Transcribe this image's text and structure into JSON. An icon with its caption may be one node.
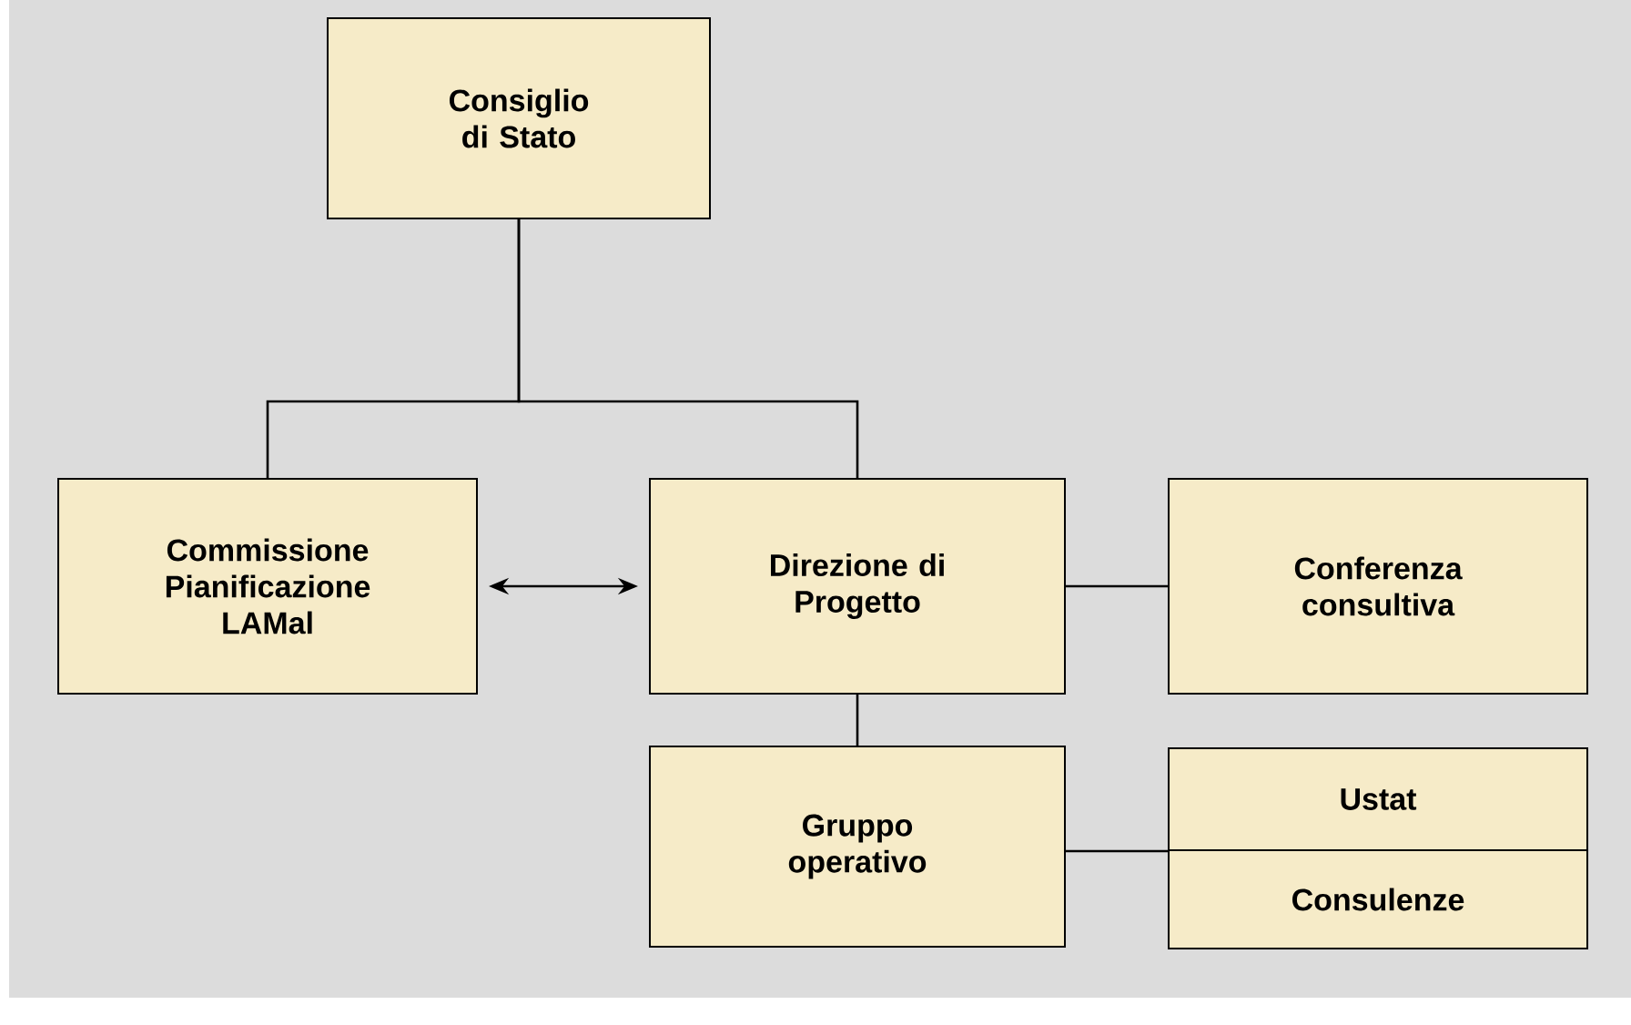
{
  "diagram": {
    "nodes": [
      {
        "text": [
          "Consiglio di Stato"
        ]
      },
      {
        "text": [
          "Commissione Pianificazione LAMal"
        ]
      },
      {
        "text": [
          "Direzione di Progetto"
        ]
      },
      {
        "text": [
          "Conferenza consultiva"
        ]
      },
      {
        "text": [
          "Gruppo operativo"
        ]
      },
      {
        "text": [
          "Ustat"
        ]
      },
      {
        "text": [
          "Consulenze"
        ]
      }
    ],
    "edges": [
      {
        "from": 0,
        "to": 1,
        "arrow": "none"
      },
      {
        "from": 0,
        "to": 2,
        "arrow": "none"
      },
      {
        "from": 1,
        "to": 2,
        "arrow": "both"
      },
      {
        "from": 2,
        "to": 3,
        "arrow": "none"
      },
      {
        "from": 2,
        "to": 4,
        "arrow": "none"
      },
      {
        "from": 4,
        "to": 5,
        "arrow": "none"
      },
      {
        "from": 4,
        "to": 6,
        "arrow": "none"
      }
    ]
  }
}
